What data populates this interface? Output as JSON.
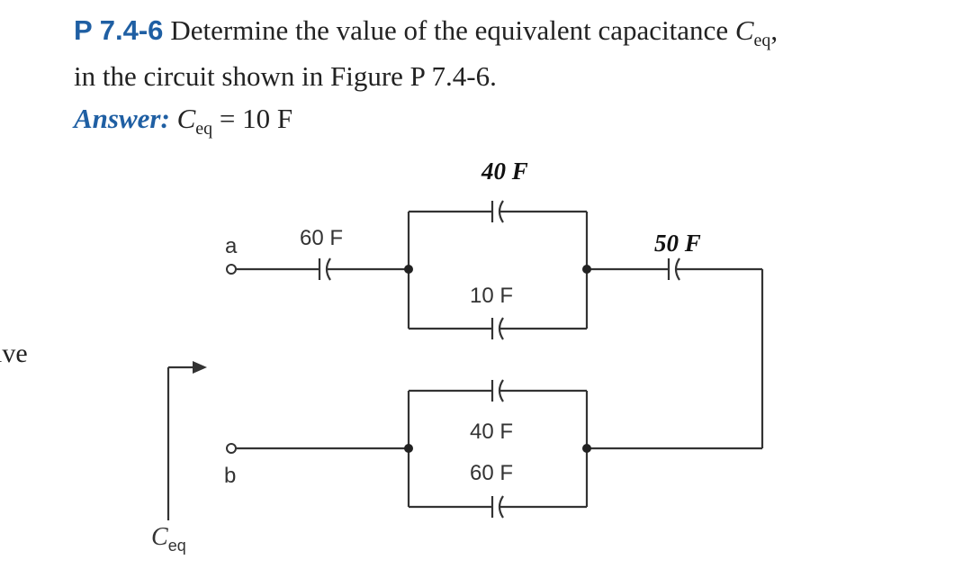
{
  "problem": {
    "number": "P 7.4-6",
    "statement_line1_before": "Determine the value of the equivalent capacitance ",
    "statement_symbol": "C",
    "statement_sub": "eq",
    "statement_line1_after": ",",
    "statement_line2": "in the circuit shown in Figure P 7.4-6."
  },
  "answer": {
    "label": "Answer:",
    "symbol": "C",
    "sub": "eq",
    "value": "= 10 F"
  },
  "side_text": "ive",
  "circuit": {
    "terminal_a": "a",
    "terminal_b": "b",
    "ceq_symbol": "C",
    "ceq_sub": "eq",
    "labels": {
      "c_series_60": "60 F",
      "c_top_40": "40 F",
      "c_middle_10": "10 F",
      "c_right_50": "50 F",
      "c_lower_40": "40 F",
      "c_lower_60": "60 F"
    }
  }
}
